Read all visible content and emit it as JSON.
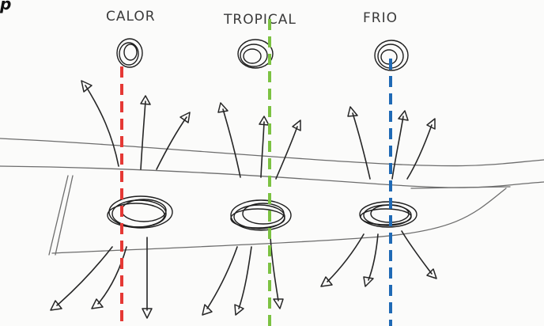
{
  "header_text": "p",
  "zones": [
    {
      "label": "CALOR",
      "color": "#e53935"
    },
    {
      "label": "TROPICAL",
      "color": "#7cc242"
    },
    {
      "label": "FRIO",
      "color": "#1f6ab5"
    }
  ]
}
